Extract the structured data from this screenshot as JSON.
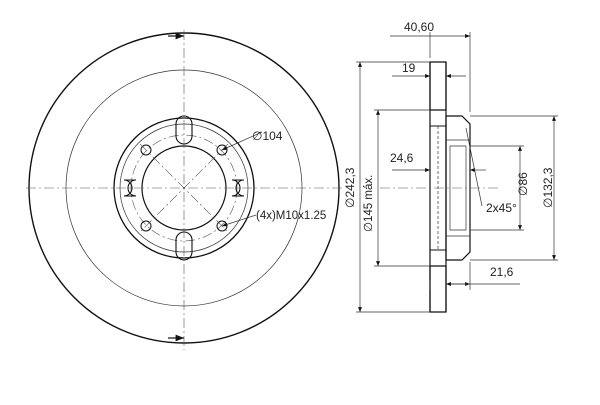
{
  "drawing": {
    "labels": {
      "bolt_circle": "∅104",
      "thread": "(4x)M10x1.25",
      "thickness": "40,60",
      "friction_width": "19",
      "hub_offset": "24,6",
      "disc_diameter": "∅242,3",
      "min_diameter": "∅145 máx.",
      "chamfer": "2x45°",
      "center_bore": "∅86",
      "hub_diameter": "∅132,3",
      "hat_depth": "21,6"
    },
    "colors": {
      "line": "#111111",
      "hatch": "#444444",
      "background": "#ffffff"
    }
  }
}
